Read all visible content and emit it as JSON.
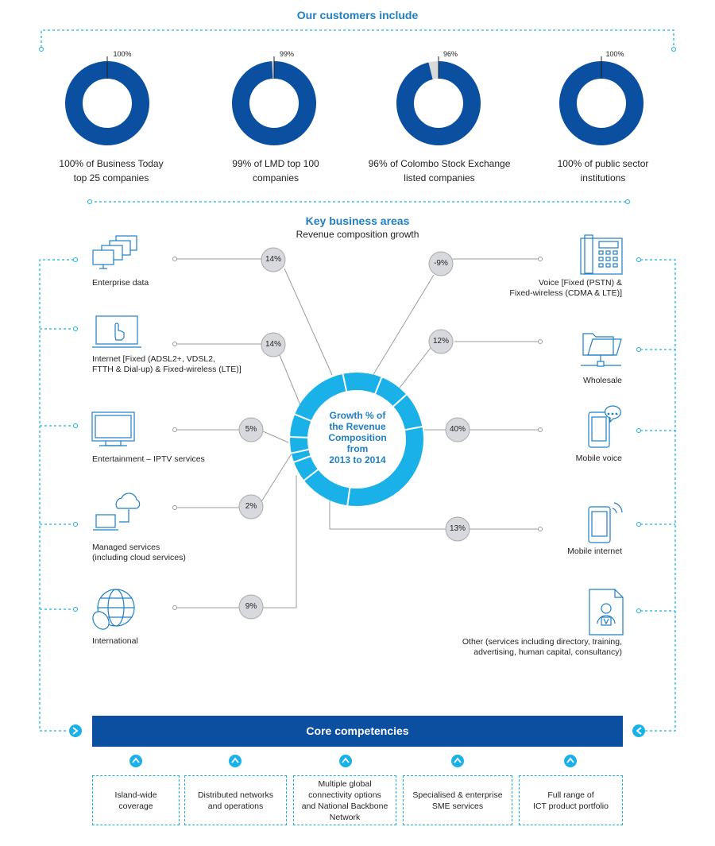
{
  "customers": {
    "title": "Our customers include",
    "items": [
      {
        "pct": "100%",
        "value": 100,
        "label_line1": "100% of Business Today",
        "label_line2": "top 25 companies"
      },
      {
        "pct": "99%",
        "value": 99,
        "label_line1": "99% of LMD top 100",
        "label_line2": "companies"
      },
      {
        "pct": "96%",
        "value": 96,
        "label_line1": "96% of Colombo Stock Exchange",
        "label_line2": "listed companies"
      },
      {
        "pct": "100%",
        "value": 100,
        "label_line1": "100% of public sector",
        "label_line2": "institutions"
      }
    ]
  },
  "business": {
    "title": "Key business areas",
    "subtitle": "Revenue composition growth",
    "center_lines": [
      "Growth % of",
      "the Revenue",
      "Composition",
      "from",
      "2013 to 2014"
    ],
    "left": [
      {
        "icon": "computers-icon",
        "label_lines": [
          "Enterprise data"
        ],
        "growth": "14%"
      },
      {
        "icon": "touch-screen-icon",
        "label_lines": [
          "Internet [Fixed (ADSL2+, VDSL2,",
          "FTTH & Dial-up) & Fixed-wireless (LTE)]"
        ],
        "growth": "14%"
      },
      {
        "icon": "tv-icon",
        "label_lines": [
          "Entertainment – IPTV services"
        ],
        "growth": "5%"
      },
      {
        "icon": "cloud-laptop-icon",
        "label_lines": [
          "Managed services",
          "(including cloud services)"
        ],
        "growth": "2%"
      },
      {
        "icon": "globe-mouse-icon",
        "label_lines": [
          "International"
        ],
        "growth": "9%"
      }
    ],
    "right": [
      {
        "icon": "desk-phone-icon",
        "label_lines": [
          "Voice [Fixed (PSTN) &",
          "Fixed-wireless (CDMA & LTE)]"
        ],
        "growth": "-9%"
      },
      {
        "icon": "folder-network-icon",
        "label_lines": [
          "Wholesale"
        ],
        "growth": "12%"
      },
      {
        "icon": "mobile-chat-icon",
        "label_lines": [
          "Mobile voice"
        ],
        "growth": "40%"
      },
      {
        "icon": "mobile-signal-icon",
        "label_lines": [
          "Mobile internet"
        ],
        "growth": "13%"
      },
      {
        "icon": "id-document-icon",
        "label_lines": [
          "Other (services including directory, training,",
          "advertising, human capital, consultancy)"
        ],
        "growth": ""
      }
    ]
  },
  "core": {
    "title": "Core competencies",
    "items": [
      {
        "lines": [
          "Island-wide",
          "coverage"
        ]
      },
      {
        "lines": [
          "Distributed networks",
          "and operations"
        ]
      },
      {
        "lines": [
          "Multiple global",
          "connectivity options",
          "and National Backbone",
          "Network"
        ]
      },
      {
        "lines": [
          "Specialised & enterprise",
          "SME services"
        ]
      },
      {
        "lines": [
          "Full range of",
          "ICT product portfolio"
        ]
      }
    ]
  },
  "colors": {
    "accent_blue": "#1f7fc4",
    "dark_blue": "#0b4fa1",
    "light_blue": "#1ab0e8",
    "bubble_grey": "#d7d9dc"
  }
}
